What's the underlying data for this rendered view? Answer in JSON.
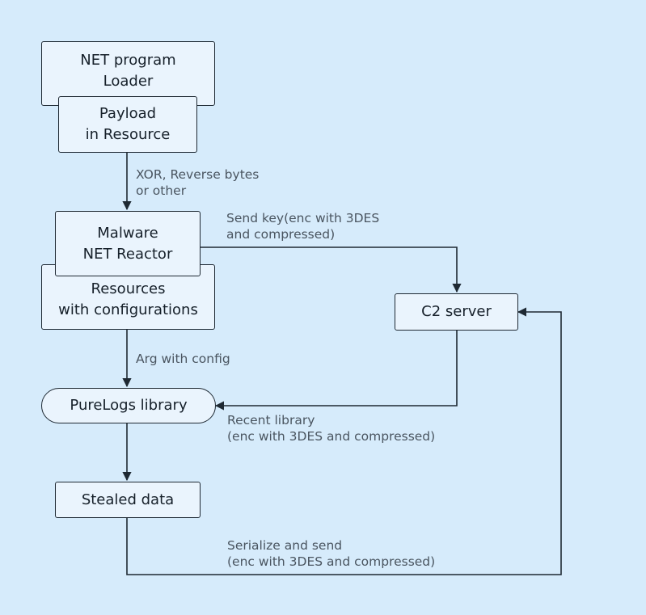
{
  "nodes": {
    "loader": {
      "line1": "NET program",
      "line2": "Loader"
    },
    "payload": {
      "line1": "Payload",
      "line2": "in Resource"
    },
    "malware": {
      "line1": "Malware",
      "line2": "NET Reactor"
    },
    "resources": {
      "line1": "Resources",
      "line2": "with configurations"
    },
    "c2": {
      "label": "C2 server"
    },
    "purelogs": {
      "label": "PureLogs library"
    },
    "stealed": {
      "label": "Stealed data"
    }
  },
  "edges": {
    "xor": {
      "line1": "XOR, Reverse bytes",
      "line2": "or other"
    },
    "sendkey": {
      "line1": "Send key(enc with 3DES",
      "line2": "and compressed)"
    },
    "arg": {
      "line1": "Arg with config"
    },
    "recent": {
      "line1": "Recent library",
      "line2": "(enc with 3DES and compressed)"
    },
    "serialize": {
      "line1": "Serialize and send",
      "line2": "(enc with 3DES and compressed)"
    }
  },
  "colors": {
    "background": "#d6ebfb",
    "node_fill": "#eaf4fd",
    "stroke": "#1e2933",
    "label_text": "#4a5560"
  }
}
